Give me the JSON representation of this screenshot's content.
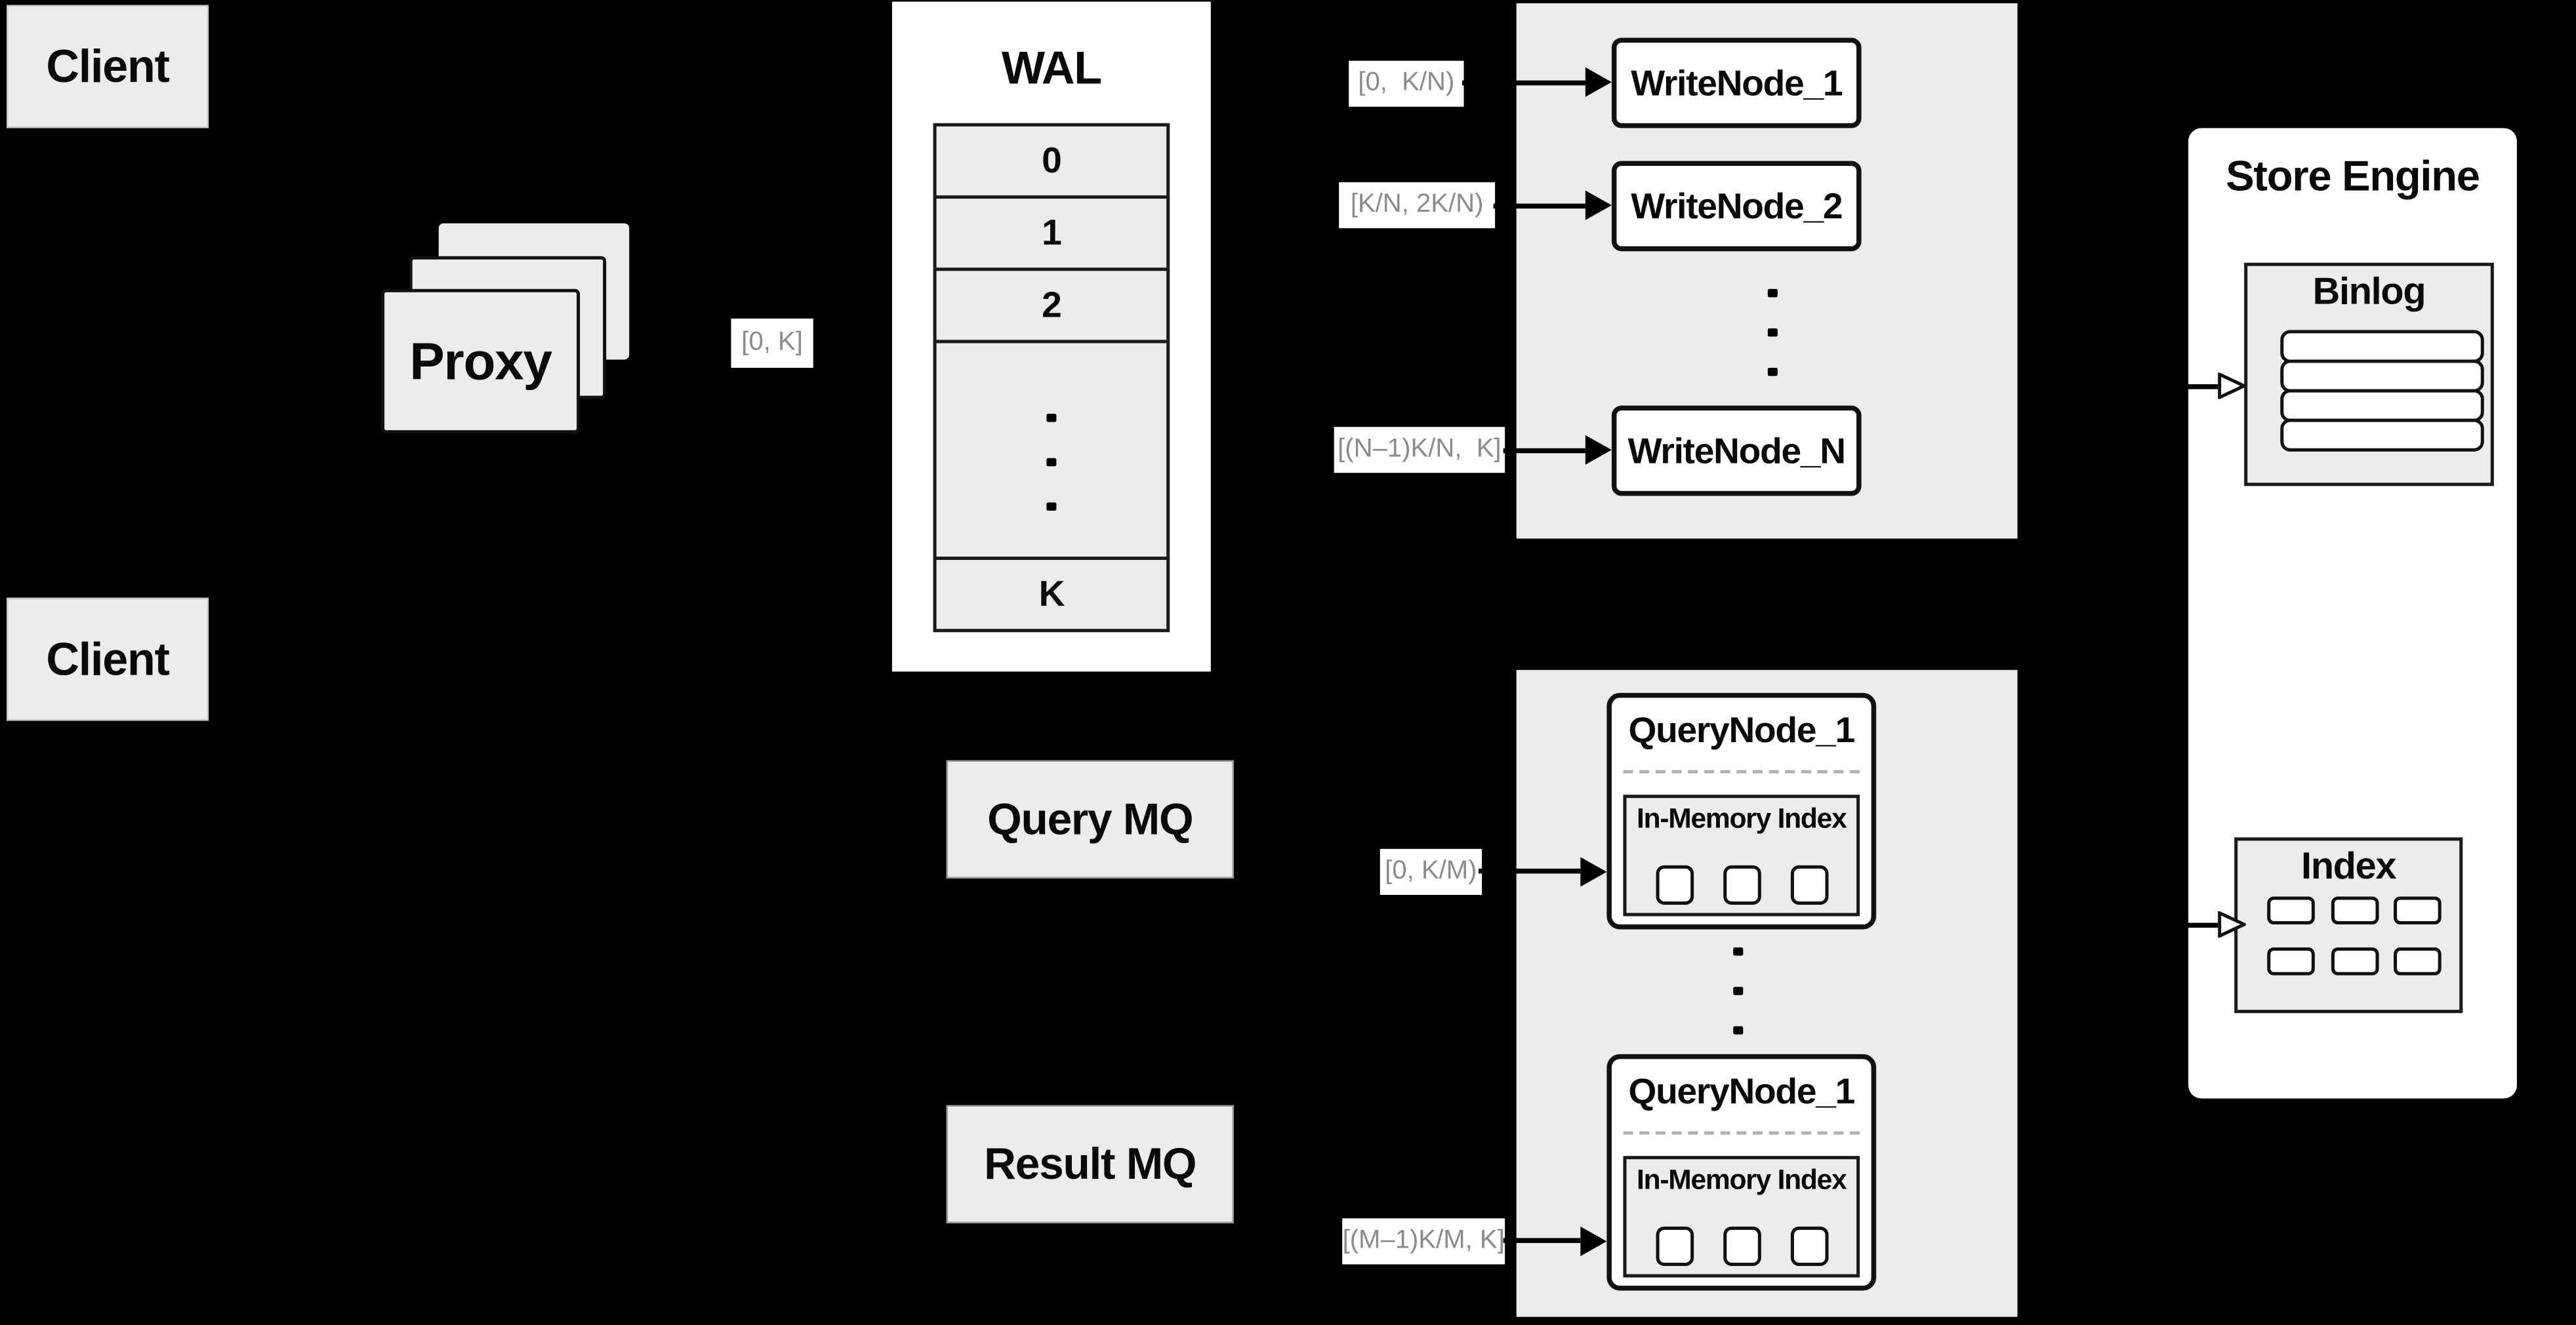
{
  "colors": {
    "background": "#000000",
    "box_fill": "#ececec",
    "white": "#ffffff",
    "line": "#111111",
    "badge_text": "#8a8a8a",
    "dashed_divider": "#b0b0b0"
  },
  "clients": {
    "top": "Client",
    "bottom": "Client"
  },
  "proxy": {
    "label": "Proxy"
  },
  "labels": {
    "proxy_range": "[0, K]",
    "write_ranges": [
      "[0,  K/N)",
      "[K/N, 2K/N)",
      "[(N–1)K/N,  K]"
    ],
    "query_ranges": [
      "[0, K/M)",
      "[(M–1)K/M, K]"
    ]
  },
  "wal": {
    "title": "WAL",
    "rows": [
      "0",
      "1",
      "2"
    ],
    "last_row": "K"
  },
  "write_nodes": [
    "WriteNode_1",
    "WriteNode_2",
    "WriteNode_N"
  ],
  "query_nodes": [
    {
      "title": "QueryNode_1",
      "index_title": "In-Memory Index"
    },
    {
      "title": "QueryNode_1",
      "index_title": "In-Memory Index"
    }
  ],
  "mq": {
    "query": "Query MQ",
    "result": "Result MQ"
  },
  "store_engine": {
    "title": "Store Engine",
    "binlog": "Binlog",
    "index": "Index"
  }
}
